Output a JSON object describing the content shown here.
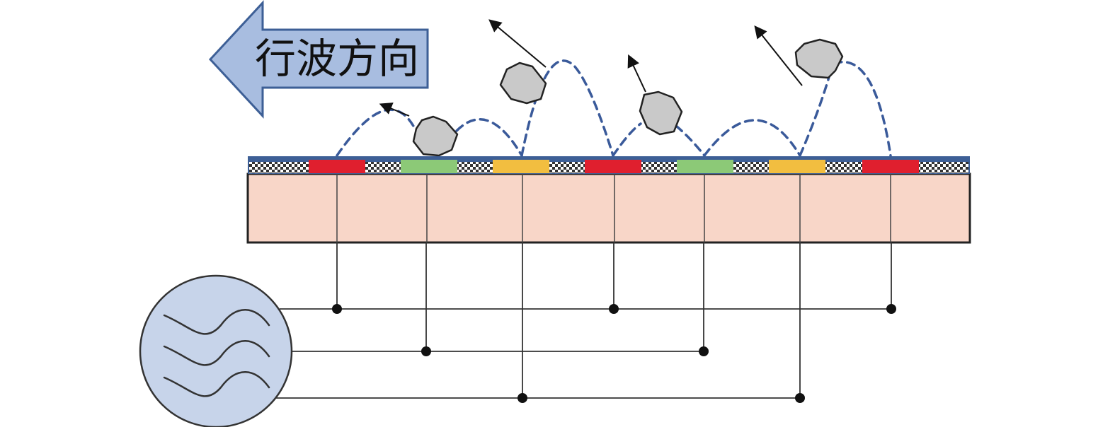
{
  "direction_label": "行波方向",
  "colors": {
    "arrow_fill": "#a8bde0",
    "arrow_stroke": "#3d5f96",
    "electrode_red": "#e01f2e",
    "electrode_green": "#8cc977",
    "electrode_yellow": "#f2be40",
    "substrate": "#f8d6c8",
    "trajectory": "#3a5a9a",
    "particle": "#c9c9c9",
    "power_source": "#c7d4ea"
  },
  "electrode_sequence": [
    "red",
    "green",
    "yellow",
    "red",
    "green",
    "yellow",
    "red"
  ],
  "power_phases": 3,
  "icons": {
    "power_source": "ac-power-source-icon",
    "particle": "dust-particle-icon",
    "direction": "left-arrow-icon"
  }
}
